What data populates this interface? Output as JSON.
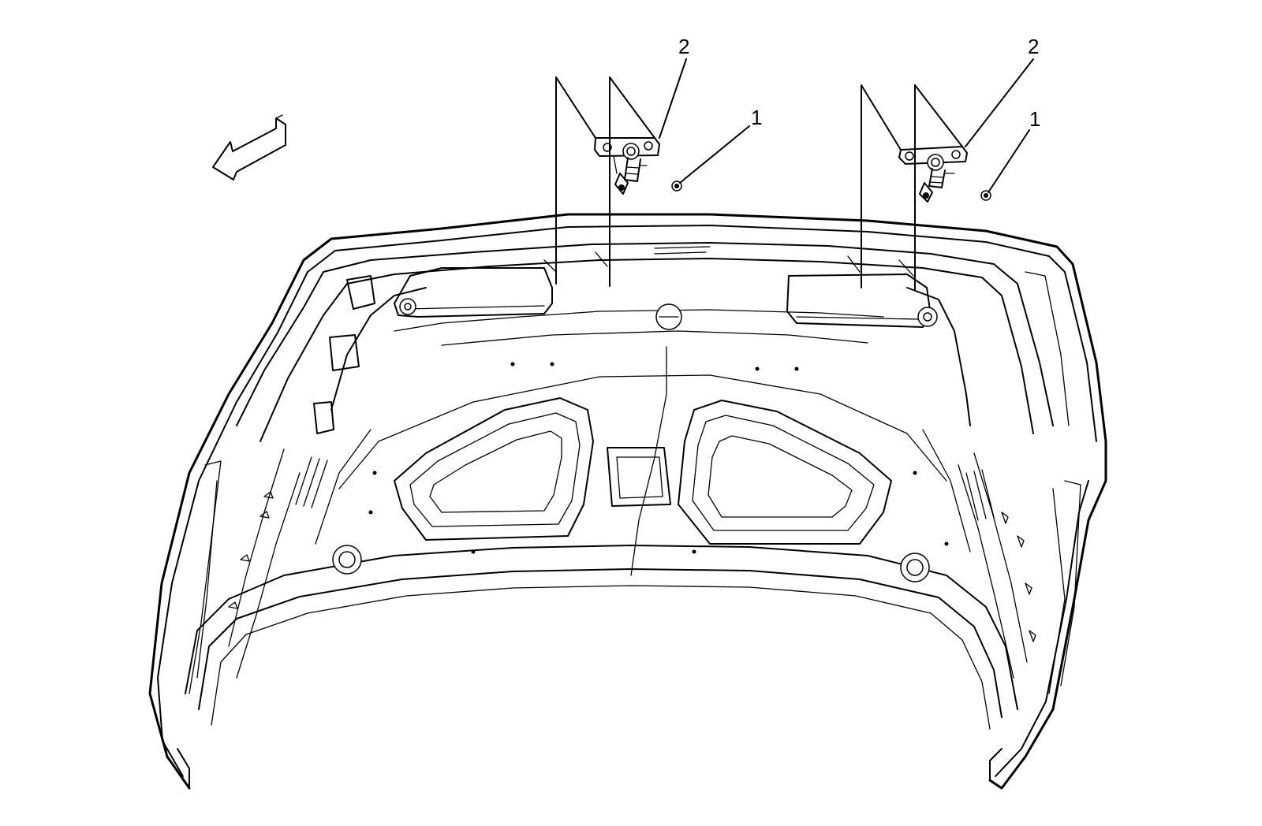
{
  "callouts": [
    {
      "id": "left-2",
      "label": "2"
    },
    {
      "id": "left-1",
      "label": "1"
    },
    {
      "id": "right-2",
      "label": "2"
    },
    {
      "id": "right-1",
      "label": "1"
    }
  ],
  "icons": {
    "direction_arrow": "forward-direction-arrow-icon"
  },
  "colors": {
    "line": "#000000",
    "background": "#ffffff"
  }
}
